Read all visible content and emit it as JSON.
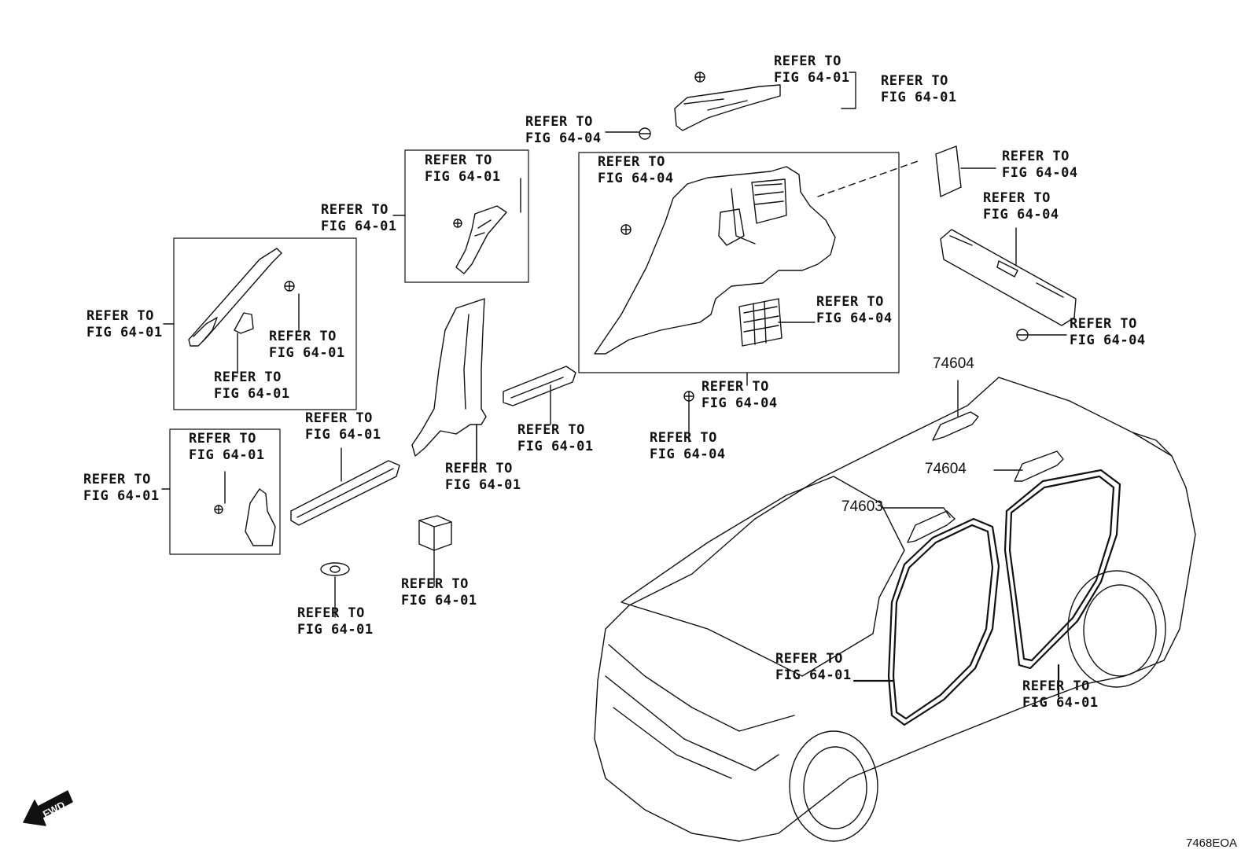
{
  "refer_fig_64_01": "REFER TO\nFIG 64-01",
  "refer_fig_64_04": "REFER TO\nFIG 64-04",
  "part_numbers": {
    "assist_grip_rear_upper": "74604",
    "assist_grip_rear": "74604",
    "assist_grip_front": "74603"
  },
  "fwd_label": "FWD",
  "diagram_code": "7468EOA"
}
